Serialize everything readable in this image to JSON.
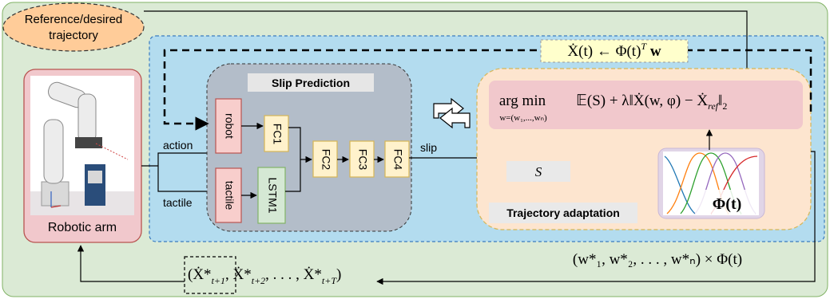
{
  "reference_label_1": "Reference/desired",
  "reference_label_2": "trajectory",
  "robot_caption": "Robotic arm",
  "action_label": "action",
  "tactile_label": "tactile",
  "slip_prediction_title": "Slip Prediction",
  "robot_input": "robot",
  "tactile_input": "tactile",
  "fc1": "FC1",
  "lstm1": "LSTM1",
  "fc2": "FC2",
  "fc3": "FC3",
  "fc4": "FC4",
  "slip_label": "slip",
  "trajectory_adaptation_title": "Trajectory adaptation",
  "objective_argmin": "arg min",
  "objective_subscript": "w=(w₁,...,wₙ)",
  "objective_expression": "𝔼(S) + λ‖Ẋ(w, φ) − Ẋ",
  "objective_ref": "ref",
  "objective_norm_end": "‖",
  "objective_norm_sub": "2",
  "s_symbol": "S",
  "phi_label": "Φ(t)",
  "velocity_update": "Ẋ(t) ← Φ(t)",
  "velocity_update_sup": "T",
  "velocity_update_w": "w",
  "weights_expression": "(w*₁, w*₂, . . . , w*ₙ) × Φ(t)",
  "future_traj_left": "(Ẋ*",
  "future_traj_sub1": "t+1",
  "future_traj_mid": ", Ẋ*",
  "future_traj_sub2": "t+2",
  "future_traj_dots": ", . . . , Ẋ*",
  "future_traj_sub3": "t+T",
  "future_traj_right": ")",
  "colors": {
    "outer_bg": "#dbead5",
    "blue_region": "#b3dcef",
    "slip_box": "#b3bdc9",
    "orange_box": "#fde5cf",
    "pink": "#f1c8cc",
    "pink_stroke": "#b85450",
    "fc_yellow": "#fff2cc",
    "fc_stroke": "#d6b656",
    "lstm_green": "#d5e8d4",
    "lstm_stroke": "#82b366",
    "reference_fill": "#ffcc99",
    "basis_bg": "#e1d5e7"
  }
}
